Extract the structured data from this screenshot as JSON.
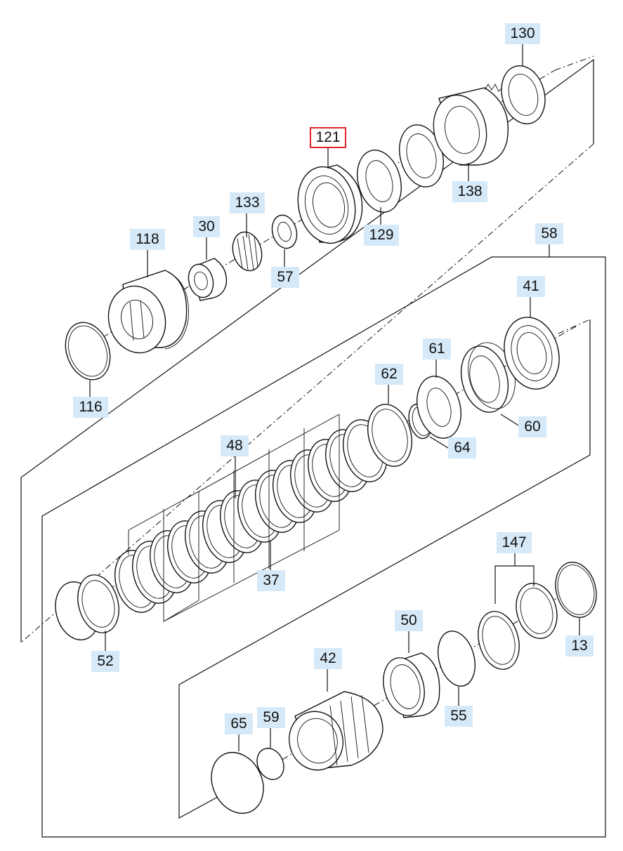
{
  "diagram": {
    "selected_part": "121",
    "colors": {
      "callout_fill": "#d6e9f8",
      "selected_outline": "#e0262b",
      "line": "#111111"
    }
  },
  "callouts": {
    "p130": "130",
    "p121": "121",
    "p133": "133",
    "p118": "118",
    "p30": "30",
    "p57": "57",
    "p129": "129",
    "p138": "138",
    "p58": "58",
    "p41": "41",
    "p116": "116",
    "p61": "61",
    "p62": "62",
    "p60": "60",
    "p48": "48",
    "p64": "64",
    "p147": "147",
    "p37": "37",
    "p50": "50",
    "p42": "42",
    "p13": "13",
    "p52": "52",
    "p65": "65",
    "p59": "59",
    "p55": "55"
  }
}
